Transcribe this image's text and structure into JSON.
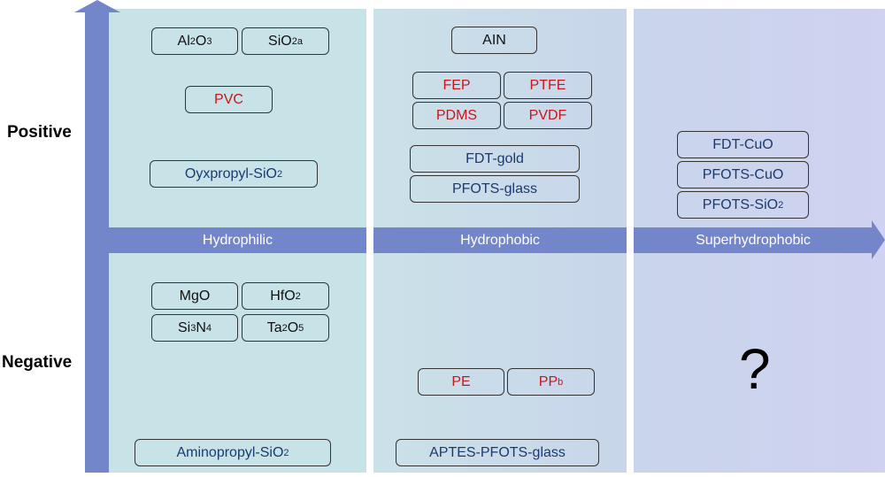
{
  "y_axis": {
    "positive_label": "Positive",
    "negative_label": "Negative"
  },
  "x_axis": {
    "hydrophilic": "Hydrophilic",
    "hydrophobic": "Hydrophobic",
    "superhydrophobic": "Superhydrophobic"
  },
  "materials": {
    "al2o3": {
      "base1": "Al",
      "sub1": "2",
      "base2": "O",
      "sub2": "3"
    },
    "sio2a": {
      "base": "SiO",
      "sub": "2",
      "sup": "a"
    },
    "pvc": "PVC",
    "oxypropyl": {
      "base": "Oyxpropyl-SiO",
      "sub": "2"
    },
    "mgo": "MgO",
    "hfo2": {
      "base": "HfO",
      "sub": "2"
    },
    "si3n4": {
      "base1": "Si",
      "sub1": "3",
      "base2": "N",
      "sub2": "4"
    },
    "ta2o5": {
      "base1": "Ta",
      "sub1": "2",
      "base2": "O",
      "sub2": "5"
    },
    "aminopropyl": {
      "base": "Aminopropyl-SiO",
      "sub": "2"
    },
    "ain": "AIN",
    "fep": "FEP",
    "ptfe": "PTFE",
    "pdms": "PDMS",
    "pvdf": "PVDF",
    "fdt_gold": "FDT-gold",
    "pfots_glass": "PFOTS-glass",
    "pe": "PE",
    "pp": {
      "base": "PP",
      "sup": "b"
    },
    "aptes": "APTES-PFOTS-glass",
    "fdt_cuo": "FDT-CuO",
    "pfots_cuo": "PFOTS-CuO",
    "pfots_sio2": {
      "base": "PFOTS-SiO",
      "sub": "2"
    }
  },
  "unknown_marker": "?",
  "colors": {
    "axis": "#7386c9",
    "red_text": "#c8161d",
    "navy_text": "#1b3a6e"
  }
}
